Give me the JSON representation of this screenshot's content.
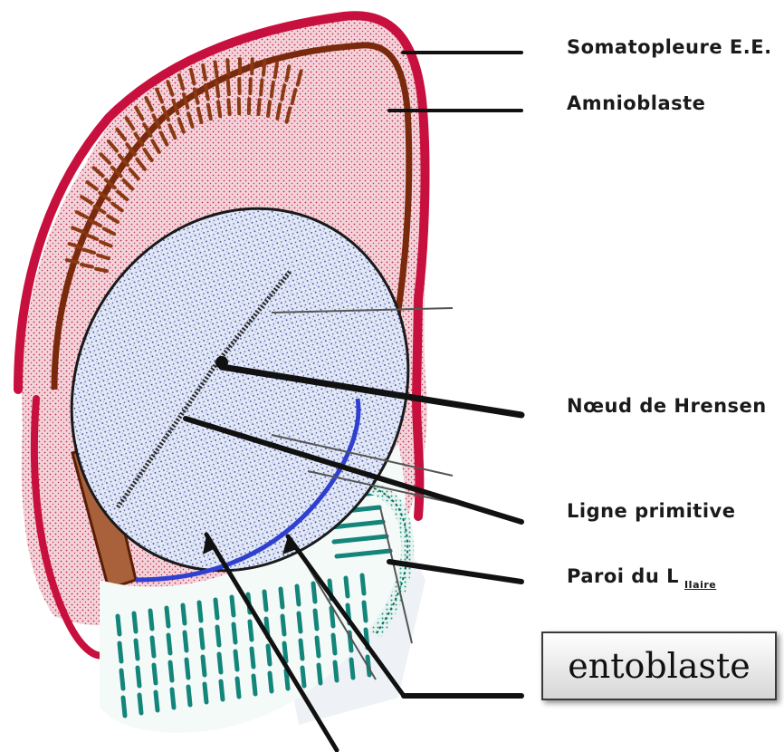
{
  "labels": {
    "somatopleure": "Somatopleure E.E.",
    "amnioblaste": "Amnioblaste",
    "noeud": "Nœud de Hrensen",
    "ligne": "Ligne primitive",
    "paroi": "Paroi du L",
    "paroi_sub": "IIaire",
    "entoblaste": "entoblaste"
  },
  "colors": {
    "outer_membrane": "#c8103e",
    "amnion_stripes": "#8a3a12",
    "ectoblast_fill": "#d7e0f3",
    "ectoblast_dots": "#2b3d8f",
    "rim": "#2f3fd0",
    "teal_stripes": "#14857a",
    "pink_mesoderm": "#e9b4c0"
  }
}
